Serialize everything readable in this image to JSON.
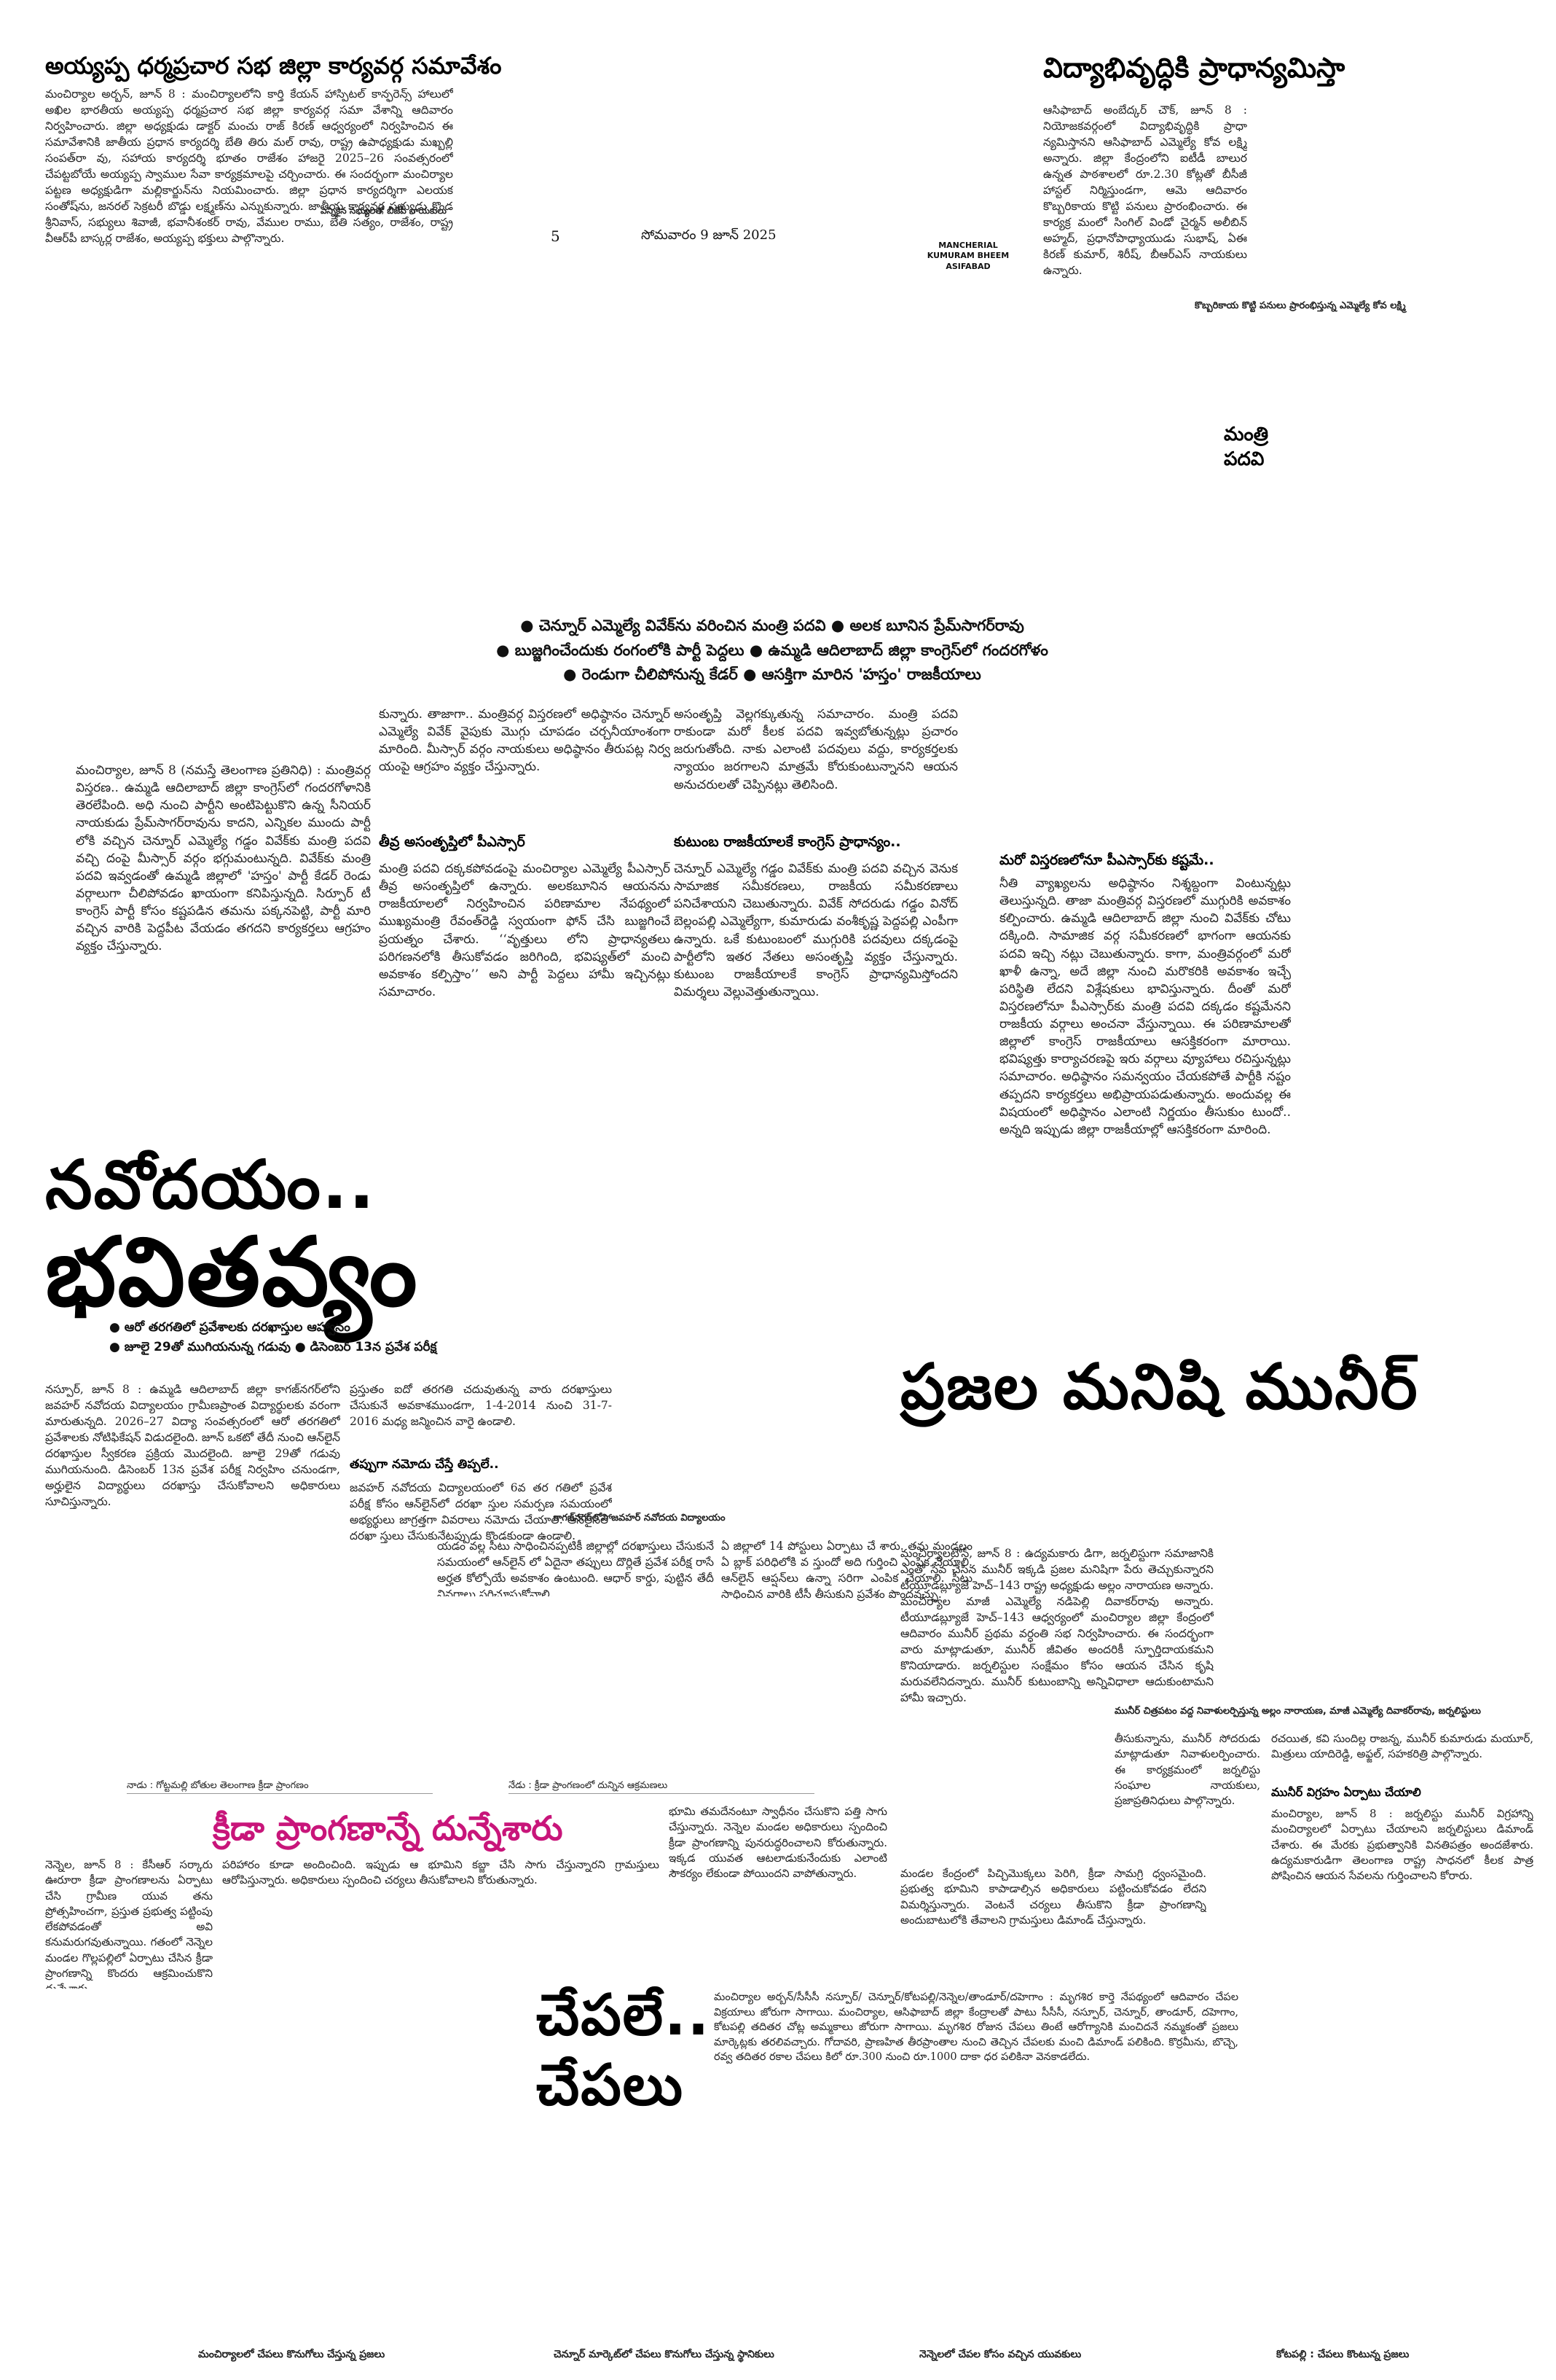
{
  "header": {
    "left_headline": "అయ్యప్ప ధర్మప్రచార సభ జిల్లా కార్యవర్గ సమావేశం",
    "right_headline": "విద్యాభివృద్ధికి ప్రాధాన్యమిస్తా",
    "page_number": "5",
    "date": "సోమవారం 9 జూన్ 2025",
    "edition_lines": [
      "MANCHERIAL",
      "KUMURAM BHEEM",
      "ASIFABAD"
    ],
    "center_caption": "ఎన్నికైన సభ్యులతో బీజేపీ నాయకులు",
    "right_caption": "కొబ్బరికాయ కొట్టి పనులు ప్రారంభిస్తున్న ఎమ్మెల్యే కోవ లక్ష్మి"
  },
  "story1": {
    "text": "మంచిర్యాల అర్బన్, జూన్ 8 : మంచిర్యాలలోని కార్తి కేయన్ హాస్పిటల్ కాన్ఫరెన్స్ హాలులో అఖిల భారతీయ అయ్యప్ప ధర్మప్రచార సభ జిల్లా కార్యవర్గ సమా వేశాన్ని ఆదివారం నిర్వహించారు. జిల్లా అధ్యక్షుడు డాక్టర్ మంచు రాజ్ కిరణ్ ఆధ్వర్యంలో నిర్వహించిన ఈ సమావేశానికి జాతీయ ప్రధాన కార్యదర్శి బేతి తిరు మల్ రావు, రాష్ట్ర ఉపాధ్యక్షుడు మఖ్బల్లి సంపత్‌రా వు, సహాయ కార్యదర్శి భూతం రాజేశం హాజరై 2025–26 సంవత్సరంలో చేపట్టబోయే అయ్యప్ప స్వాముల సేవా కార్యక్రమాలపై చర్చించారు. ఈ సందర్భంగా మంచిర్యాల పట్టణ అధ్యక్షుడిగా మల్లికార్జున్‌ను నియమించారు. జిల్లా ప్రధాన కార్యదర్శిగా ఎలయక సంతోష్‌ను, జనరల్ సెక్రటరీ బొడ్డు లక్ష్మణ్‌ను ఎన్నుకున్నారు. జాతీయ కార్యవర్గ సభ్యుడు కొండ శ్రీనివాస్, సభ్యులు శివాజీ, భవానీశంకర్ రావు, వేముల రాము, బేతి సత్యం, రాజేశం, రాష్ట్ర వీఆర్‌పీ బాస్కర్ల రాజేశం, అయ్యప్ప భక్తులు పాల్గొన్నారు."
  },
  "story2": {
    "text": "ఆసిఫాబాద్ అంబేద్కర్ చౌక్, జూన్ 8 : నియోజకవర్గంలో విద్యాభివృద్ధికి ప్రాధా న్యమిస్తానని ఆసిఫాబాద్ ఎమ్మెల్యే కోవ లక్ష్మి అన్నారు. జిల్లా కేంద్రంలోని ఐటీడీ బాలుర ఉన్నత పాఠశాలలో రూ.2.30 కోట్లతో బీసీజీ హాస్టల్ నిర్మిస్తుండగా, ఆమె ఆదివారం కొబ్బరికాయ కొట్టి పనులు ప్రారంభించారు. ఈ కార్యక్ర మంలో సింగిల్ విండో చైర్మన్ అలీబిన్ అహ్మద్, ప్రధానోపాధ్యాయుడు సుభాష్, ఏఈ కిరణ్ కుమార్, శిరీష్, బీఆర్ఎస్ నాయకులు ఉన్నారు."
  },
  "side_label": "మంత్రి పదవి",
  "bullets_top": [
    "● చెన్నూర్ ఎమ్మెల్యే వివేక్‌ను వరించిన మంత్రి పదవి  ● అలక బూనిన ప్రేమ్‌సాగర్‌రావు",
    "● బుజ్జగించేందుకు రంగంలోకి పార్టీ పెద్దలు  ● ఉమ్మడి ఆదిలాబాద్ జిల్లా కాంగ్రెస్‌లో గందరగోళం",
    "● రెండుగా చీలిపోనున్న కేడర్  ● ఆసక్తిగా మారిన 'హస్తం' రాజకీయాలు"
  ],
  "main_story": {
    "col1": "మంచిర్యాల, జూన్ 8 (నమస్తే తెలంగాణ ప్రతినిధి) : మంత్రివర్గ విస్తరణ.. ఉమ్మడి ఆదిలాబాద్ జిల్లా కాంగ్రెస్‌లో గందరగోళానికి తెరలేపింది. అధి నుంచి పార్టీని అంటిపెట్టుకొని ఉన్న సీనియర్ నాయకుడు ప్రేమ్‌సాగర్‌రావును కాదని, ఎన్నికల ముందు పార్టీ లోకి వచ్చిన చెన్నూర్ ఎమ్మెల్యే గడ్డం వివేక్‌కు మంత్రి పదవి వచ్చి దంపై మీస్సార్ వర్గం భగ్గుమంటున్నది. వివేక్‌కు మంత్రి పదవి ఇవ్వడంతో ఉమ్మడి జిల్లాలో 'హస్తం' పార్టీ కేడర్ రెండు వర్గాలుగా చీలిపోవడం ఖాయంగా కనిపిస్తున్నది. సిర్పూర్ టీ కాంగ్రెస్ పార్టీ కోసం కష్టపడిన తమను పక్కనపెట్టి, పార్టీ మారి వచ్చిన వారికి పెద్దపీట వేయడం తగదని కార్యకర్తలు ఆగ్రహం వ్యక్తం చేస్తున్నారు.",
    "col2": "కున్నారు. తాజాగా.. మంత్రివర్గ విస్తరణలో అధిష్ఠానం చెన్నూర్ ఎమ్మెల్యే వివేక్ వైపుకు మొగ్గు చూపడం చర్చనీయాంశంగా మారింది. మీస్సార్ వర్గం నాయకులు అధిష్ఠానం తీరుపట్ల నిర్వ యంపై ఆగ్రహం వ్యక్తం చేస్తున్నారు.",
    "col2_sub": "తీవ్ర అసంతృప్తిలో పీఎస్సార్",
    "col2b": "మంత్రి పదవి దక్కకపోవడంపై మంచిర్యాల ఎమ్మెల్యే పీఎస్సార్ తీవ్ర అసంతృప్తిలో ఉన్నారు. అలకబూనిన ఆయనను రాజకీయాలలో నిర్వహించిన పరిణామాల నేపథ్యంలో ముఖ్యమంత్రి రేవంత్‌రెడ్డి స్వయంగా ఫోన్ చేసి బుజ్జగించే ప్రయత్నం చేశారు. ‘‘వృత్తులు లోని ప్రాధాన్యతలు పరిగణనలోకి తీసుకోవడం జరిగింది, భవిష్యత్‌లో మంచి అవకాశం కల్పిస్తాం’’ అని పార్టీ పెద్దలు హామీ ఇచ్చినట్లు సమాచారం.",
    "col3": "అసంతృప్తి వెల్లగక్కుతున్న సమాచారం. మంత్రి పదవి రాకుండా మరో కీలక పదవి ఇవ్వబోతున్నట్లు ప్రచారం జరుగుతోంది. నాకు ఎలాంటి పదవులు వద్దు, కార్యకర్తలకు న్యాయం జరగాలని మాత్రమే కోరుకుంటున్నానని ఆయన అనుచరులతో చెప్పినట్లు తెలిసింది.",
    "col3_sub": "కుటుంబ రాజకీయాలకే కాంగ్రెస్ ప్రాధాన్యం..",
    "col3b": "చెన్నూర్ ఎమ్మెల్యే గడ్డం వివేక్‌కు మంత్రి పదవి వచ్చిన వెనుక సామాజిక సమీకరణలు, రాజకీయ సమీకరణాలు పనిచేశాయని చెబుతున్నారు. వివేక్ సోదరుడు గడ్డం వినోద్ బెల్లంపల్లి ఎమ్మెల్యేగా, కుమారుడు వంశీకృష్ణ పెద్దపల్లి ఎంపీగా ఉన్నారు. ఒకే కుటుంబంలో ముగ్గురికి పదవులు దక్కడంపై పార్టీలోని ఇతర నేతలు అసంతృప్తి వ్యక్తం చేస్తున్నారు. కుటుంబ రాజకీయాలకే కాంగ్రెస్ ప్రాధాన్యమిస్తోందని విమర్శలు వెల్లువెత్తుతున్నాయి.",
    "col4_head": "మరో విస్తరణలోనూ పీఎస్సార్‌కు కష్టమే..",
    "col4": "నీతి వ్యాఖ్యలను అధిష్ఠానం నిశ్శబ్దంగా వింటున్నట్లు తెలుస్తున్నది. తాజా మంత్రివర్గ విస్తరణలో ముగ్గురికి అవకాశం కల్పించారు. ఉమ్మడి ఆదిలాబాద్ జిల్లా నుంచి వివేక్‌కు చోటు దక్కింది. సామాజిక వర్గ సమీకరణలో భాగంగా ఆయనకు పదవి ఇచ్చి నట్లు చెబుతున్నారు. కాగా, మంత్రివర్గంలో మరో ఖాళీ ఉన్నా, అదే జిల్లా నుంచి మరొకరికి అవకాశం ఇచ్చే పరిస్థితి లేదని విశ్లేషకులు భావిస్తున్నారు. దీంతో మరో విస్తరణలోనూ పీఎస్సార్‌కు మంత్రి పదవి దక్కడం కష్టమేనని రాజకీయ వర్గాలు అంచనా వేస్తున్నాయి. ఈ పరిణామాలతో జిల్లాలో కాంగ్రెస్ రాజకీయాలు ఆసక్తికరంగా మారాయి. భవిష్యత్తు కార్యాచరణపై ఇరు వర్గాలు వ్యూహాలు రచిస్తున్నట్లు సమాచారం. అధిష్ఠానం సమన్వయం చేయకపోతే పార్టీకి నష్టం తప్పదని కార్యకర్తలు అభిప్రాయపడుతున్నారు. అందువల్ల ఈ విషయంలో అధిష్ఠానం ఎలాంటి నిర్ణయం తీసుకుం టుందో.. అన్నది ఇప్పుడు జిల్లా రాజకీయాల్లో ఆసక్తికరంగా మారింది."
  },
  "navodaya": {
    "title_line1": "నవోదయం..",
    "title_line2": "భవితవ్యం",
    "bullets": [
      "● ఆరో తరగతిలో ప్రవేశాలకు దరఖాస్తుల ఆహ్వానం",
      "● జూలై 29తో ముగియనున్న గడువు  ● డిసెంబర్ 13న ప్రవేశ పరీక్ష"
    ],
    "col1": "నస్పూర్, జూన్ 8 : ఉమ్మడి ఆదిలాబాద్ జిల్లా కాగజ్‌నగర్‌లోని జవహర్ నవోదయ విద్యాలయం గ్రామీణప్రాంత విద్యార్థులకు వరంగా మారుతున్నది. 2026–27 విద్యా సంవత్సరంలో ఆరో తరగతిలో ప్రవేశాలకు నోటిఫికేషన్ విడుదలైంది. జూన్ ఒకటో తేదీ నుంచి ఆన్‌లైన్ దరఖాస్తుల స్వీకరణ ప్రక్రియ మొదలైంది. జూలై 29తో గడువు ముగియనుంది. డిసెంబర్ 13న ప్రవేశ పరీక్ష నిర్వహిం చనుండగా, అర్హులైన విద్యార్థులు దరఖాస్తు చేసుకోవాలని అధికారులు సూచిస్తున్నారు.",
    "col2": "ప్రస్తుతం ఐదో తరగతి చదువుతున్న వారు దరఖాస్తులు చేసుకునే అవకాశముండగా, 1-4-2014 నుంచి 31-7-2016 మధ్య జన్మించిన వారై ఉండాలి.",
    "col2_sub": "తప్పుగా నమోదు చేస్తే తిప్పలే..",
    "col2b": "జవహర్ నవోదయ విద్యాలయంలో 6వ తర గతిలో ప్రవేశ పరీక్ష కోసం ఆన్‌లైన్‌లో దరఖా స్తుల సమర్పణ సమయంలో అభ్యర్థులు జాగ్రత్తగా వివరాలు నమోదు చేయాలి. ఆన్‌లైన్‌లో దరఖా స్తులు చేసుకునేటప్పుడు కొండకుండా ఉండాలి.",
    "caption": "కాగజ్‌నగర్‌లోని జవహర్ నవోదయ విద్యాలయం",
    "col3": "యడం వల్ల సీటు సాధించినప్పటికీ జిల్లాల్లో దరఖాస్తులు చేసుకునే సమయంలో ఆన్‌లైన్ లో ఏదైనా తప్పులు దొర్లితే ప్రవేశ పరీక్ష రాసే అర్హత కోల్పోయే అవకాశం ఉంటుంది. ఆధార్ కార్డు, పుట్టిన తేదీ వివరాలు సరిచూసుకోవాలి.",
    "col4": "ఏ జిల్లాలో 14 పోస్టులు ఏర్పాటు చే శారు. తమ మండలం ఏ బ్లాక్ పరిధిలోకి వ స్తుందో అది గుర్తించి ఎంపిక చేయాలి. ఆన్‌లైన్ ఆప్షన్‌లు ఉన్నా సరిగా ఎంపిక చేయాలి. సీటు సాధించిన వారికి టీసీ తీసుకుని ప్రవేశం పొందవచ్చు."
  },
  "munir": {
    "title": "ప్రజల మనిషి మునీర్",
    "col1": "మంచిర్యాలటౌన్, జూన్ 8 : ఉద్యమకారు డిగా, జర్నలిస్టుగా సమాజానికి ఎంతో సేవ చేసిన మునీర్ ఇక్కడి ప్రజల మనిషిగా పేరు తెచ్చుకున్నారని టీయూడబ్ల్యూజే హెచ్–143 రాష్ట్ర అధ్యక్షుడు అల్లం నారాయణ అన్నారు. మంచిర్యాల మాజీ ఎమ్మెల్యే నడిపెల్లి దివాకర్‌రావు అన్నారు. టీయూడబ్ల్యూజే హెచ్–143 ఆధ్వర్యంలో మంచిర్యాల జిల్లా కేంద్రంలో ఆదివారం మునీర్ ప్రథమ వర్ధంతి సభ నిర్వహించారు. ఈ సందర్భంగా వారు మాట్లాడుతూ, మునీర్ జీవితం అందరికీ స్ఫూర్తిదాయకమని కొనియాడారు. జర్నలిస్టుల సంక్షేమం కోసం ఆయన చేసిన కృషి మరువలేనిదన్నారు. మునీర్ కుటుంబాన్ని అన్నివిధాలా ఆదుకుంటామని హామీ ఇచ్చారు.",
    "col2_head": "మునీర్ చిత్రపటం వద్ద నివాళులర్పిస్తున్న అల్లం నారాయణ, మాజీ ఎమ్మెల్యే దివాకర్‌రావు, జర్నలిస్టులు",
    "col2": "తీసుకున్నాను, మునీర్ సోదరుడు మాట్లాడుతూ నివాళులర్పించారు. ఈ కార్యక్రమంలో జర్నలిస్టు సంఘాల నాయకులు, ప్రజాప్రతినిధులు పాల్గొన్నారు.",
    "col3": "రచయిత, కవి సుందిల్ల రాజన్న, మునీర్ కుమారుడు మయూర్, మిత్రులు యాదిరెడ్డి, అఫ్జల్, సహకరిత్రి పాల్గొన్నారు.",
    "col3_sub": "మునీర్ విగ్రహం ఏర్పాటు చేయాలి",
    "col3b": "మంచిర్యాల, జూన్ 8 : జర్నలిస్టు మునీర్ విగ్రహాన్ని మంచిర్యాలలో ఏర్పాటు చేయాలని జర్నలిస్టులు డిమాండ్ చేశారు. ఈ మేరకు ప్రభుత్వానికి వినతిపత్రం అందజేశారు. ఉద్యమకారుడిగా తెలంగాణ రాష్ట్ర సాధనలో కీలక పాత్ర పోషించిన ఆయన సేవలను గుర్తించాలని కోరారు."
  },
  "sports": {
    "caption_left": "నాడు : గోట్టమల్లి బోతుల తెలంగాణ క్రీడా ప్రాంగణం",
    "caption_right": "నేడు : క్రీడా ప్రాంగణంలో దున్నిన ఆక్రమణలు",
    "title": "క్రీడా ప్రాంగణాన్నే దున్నేశారు",
    "col1": "నెన్నెల, జూన్ 8 : కేసీఆర్ సర్కారు ఊరూరా క్రీడా ప్రాంగణాలను ఏర్పాటు చేసి గ్రామీణ యువ తను ప్రోత్సహించగా, ప్రస్తుత ప్రభుత్వ పట్టింపు లేకపోవడంతో అవి కనుమరుగవుతున్నాయి. గతంలో నెన్నెల మండల గొల్లపల్లిలో ఏర్పాటు చేసిన క్రీడా ప్రాంగణాన్ని కొందరు ఆక్రమించుకొని దున్నేశారు.",
    "col2": "పరిహారం కూడా అందించింది. ఇప్పుడు ఆ భూమిని కబ్జా చేసి సాగు చేస్తున్నారని గ్రామస్తులు ఆరోపిస్తున్నారు. అధికారులు స్పందించి చర్యలు తీసుకోవాలని కోరుతున్నారు.",
    "col3": "భూమి తమదేనంటూ స్వాధీనం చేసుకొని పత్తి సాగు చేస్తున్నారు. నెన్నెల మండల అధికారులు స్పందించి క్రీడా ప్రాంగణాన్ని పునరుద్ధరించాలని కోరుతున్నారు. ఇక్కడ యువత ఆటలాడుకునేందుకు ఎలాంటి సౌకర్యం లేకుండా పోయిందని వాపోతున్నారు.",
    "col4": "మండల కేంద్రంలో పిచ్చిమొక్కలు పెరిగి, క్రీడా సామగ్రి ధ్వంసమైంది. ప్రభుత్వ భూమిని కాపాడాల్సిన అధికారులు పట్టించుకోవడం లేదని విమర్శిస్తున్నారు. వెంటనే చర్యలు తీసుకొని క్రీడా ప్రాంగణాన్ని అందుబాటులోకి తేవాలని గ్రామస్తులు డిమాండ్ చేస్తున్నారు."
  },
  "fish": {
    "title_line1": "చేపలే..",
    "title_line2": "చేపలు",
    "text": "మంచిర్యాల అర్బన్/సీసీసీ నస్పూర్/ చెన్నూర్/కోటపల్లి/నెన్నెల/తాండూర్/దహెగాం : మృగశిర కార్తె నేపథ్యంలో ఆదివారం చేపల విక్రయాలు జోరుగా సాగాయి. మంచిర్యాల, ఆసిఫాబాద్ జిల్లా కేంద్రాలతో పాటు సీసీసీ, నస్పూర్, చెన్నూర్, తాండూర్, దహెగాం, కోటపల్లి తదితర చోట్ల అమ్మకాలు జోరుగా సాగాయి. మృగశిర రోజున చేపలు తింటే ఆరోగ్యానికి మంచిదనే నమ్మకంతో ప్రజలు మార్కెట్లకు తరలివచ్చారు. గోదావరి, ప్రాణహిత తీరప్రాంతాల నుంచి తెచ్చిన చేపలకు మంచి డిమాండ్ పలికింది. కొర్రమీను, బొచ్చె, రవ్వ తదితర రకాల చేపలు కిలో రూ.300 నుంచి రూ.1000 దాకా ధర పలికినా వెనకాడలేదు."
  },
  "bottom_captions": [
    "మంచిర్యాలలో చేపలు కొనుగోలు చేస్తున్న ప్రజలు",
    "చెన్నూర్ మార్కెట్‌లో చేపలు కొనుగోలు చేస్తున్న స్థానికులు",
    "నెన్నెలలో చేపల కోసం వచ్చిన యువకులు",
    "కోటపల్లి : చేపలు కొంటున్న ప్రజలు"
  ]
}
